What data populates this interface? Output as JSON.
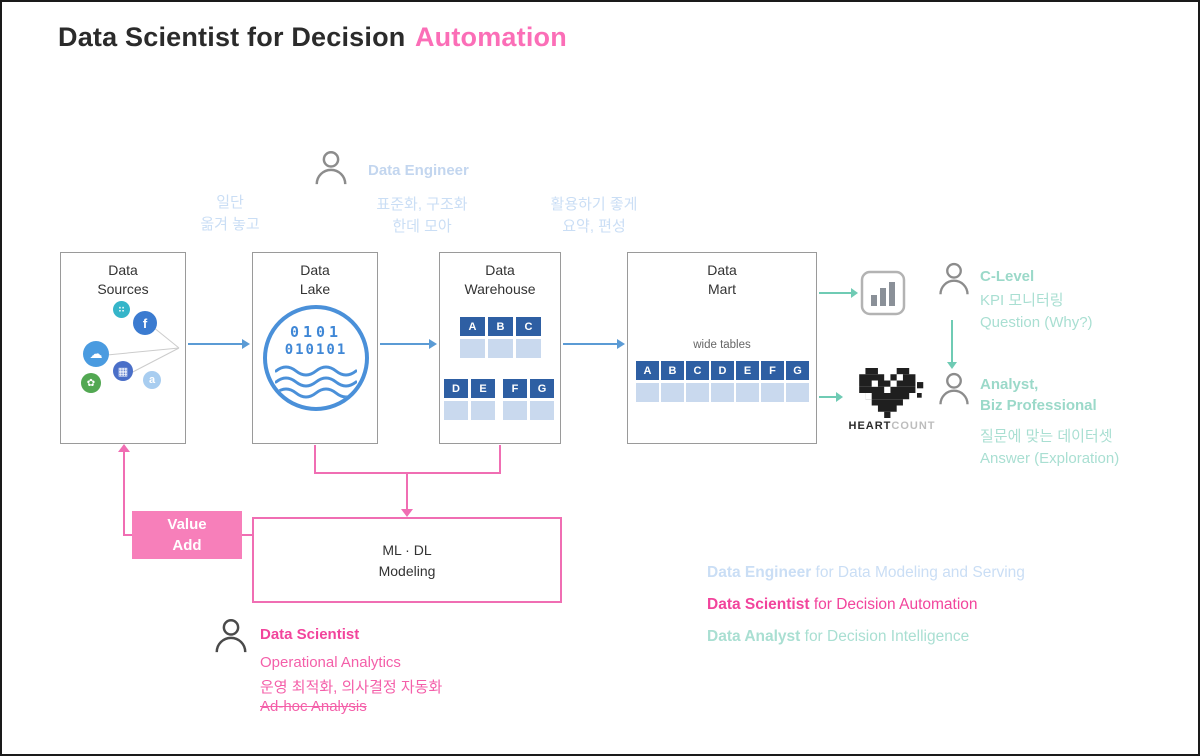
{
  "palette": {
    "pink": "#f2449c",
    "pink_light": "#f77fba",
    "light_blue": "#cadef5",
    "teal": "#a9dfd2",
    "arrow_blue": "#5b9bd5",
    "arrow_teal": "#6fcbb4",
    "table_header_blue": "#2e5fa3",
    "table_cell_blue": "#c9d9ee"
  },
  "title": {
    "prefix": "Data Scientist for Decision",
    "highlight": "Automation"
  },
  "engineer": {
    "label": "Data Engineer",
    "note_sources": "일단\n옮겨 놓고",
    "note_lake": "표준화, 구조화\n한데 모아",
    "note_warehouse": "활용하기 좋게\n요약, 편성"
  },
  "pipeline": {
    "sources": {
      "label": "Data\nSources",
      "icons": [
        {
          "name": "facebook",
          "glyph": "f"
        },
        {
          "name": "dots",
          "glyph": "∷"
        },
        {
          "name": "cloud",
          "glyph": "☁"
        },
        {
          "name": "grid",
          "glyph": "▦"
        },
        {
          "name": "leaf",
          "glyph": "✿"
        },
        {
          "name": "app",
          "glyph": "a"
        }
      ]
    },
    "lake": {
      "label": "Data\nLake",
      "binary_line1": "0101",
      "binary_line2": "010101"
    },
    "warehouse": {
      "label": "Data\nWarehouse",
      "table1_headers": [
        "A",
        "B",
        "C"
      ],
      "table2_headers_left": [
        "D",
        "E"
      ],
      "table2_headers_right": [
        "F",
        "G"
      ]
    },
    "mart": {
      "label": "Data\nMart",
      "wide_tables_label": "wide tables",
      "headers": [
        "A",
        "B",
        "C",
        "D",
        "E",
        "F",
        "G"
      ]
    }
  },
  "right": {
    "clevel": {
      "label": "C-Level",
      "line1": "KPI 모니터링",
      "line2": "Question  (Why?)"
    },
    "analyst": {
      "label": "Analyst,\nBiz Professional",
      "line1": "질문에 맞는 데이터셋",
      "line2": "Answer (Exploration)"
    },
    "heartcount": {
      "bold": "HEART",
      "light": "COUNT"
    }
  },
  "ml": {
    "value_add": "Value\nAdd",
    "box_label": "ML · DL\nModeling",
    "scientist_label": "Data Scientist",
    "line1": "Operational Analytics",
    "line2": "운영 최적화, 의사결정 자동화",
    "line3": "Ad-hoc Analysis"
  },
  "legend": [
    {
      "bold": "Data Engineer",
      "rest": " for Data Modeling and Serving"
    },
    {
      "bold": "Data Scientist",
      "rest": " for Decision Automation"
    },
    {
      "bold": "Data Analyst",
      "rest": " for Decision Intelligence"
    }
  ]
}
